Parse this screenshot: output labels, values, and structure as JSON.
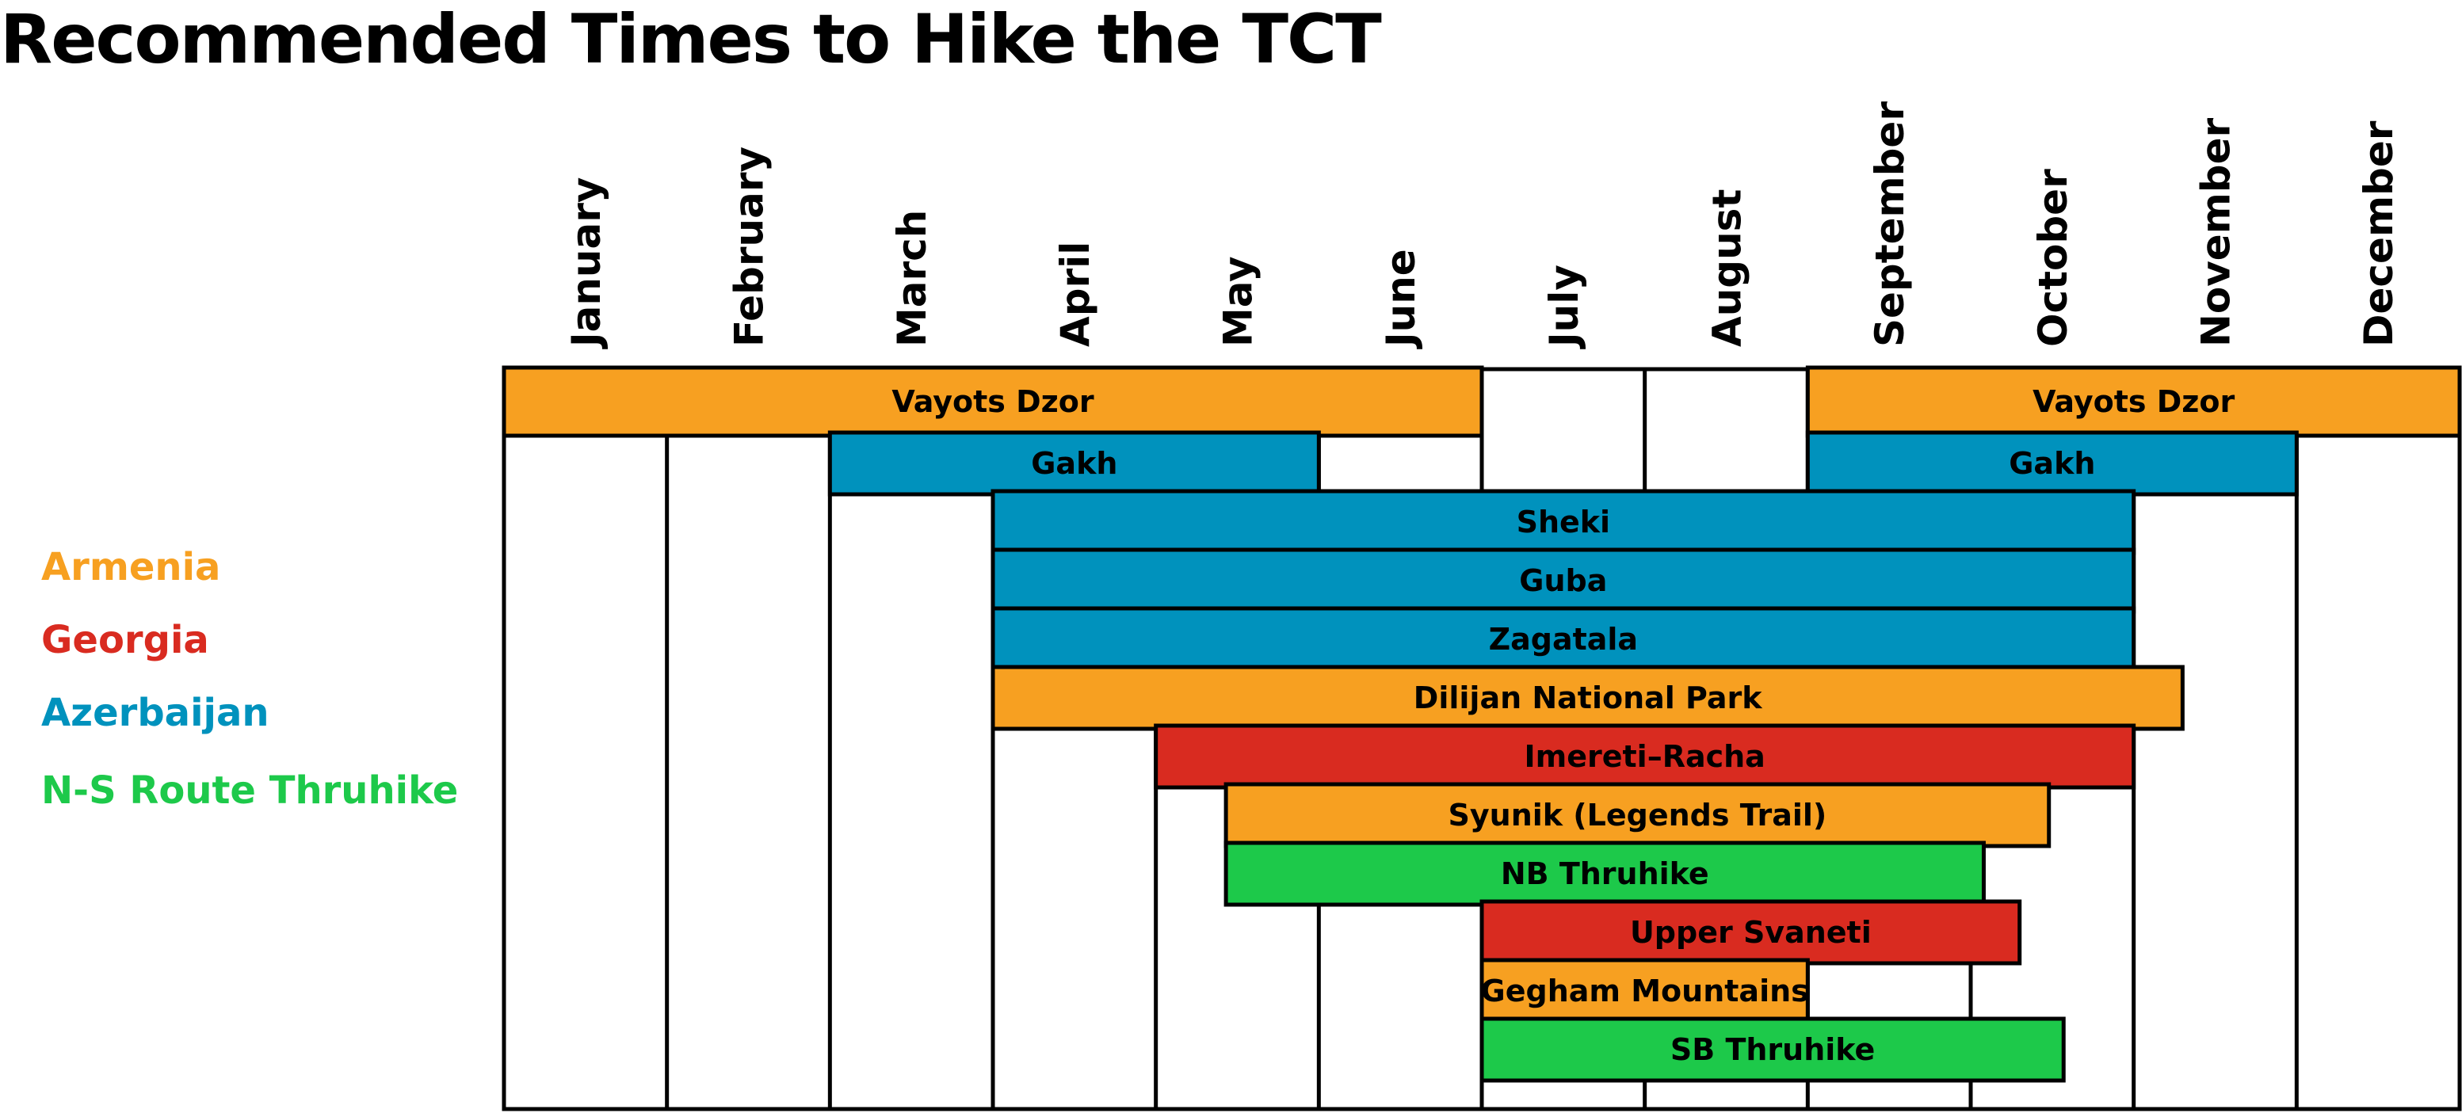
{
  "chart_data": {
    "type": "bar",
    "subtype": "gantt",
    "title": "Recommended Times to Hike the TCT",
    "categories": [
      "January",
      "February",
      "March",
      "April",
      "May",
      "June",
      "July",
      "August",
      "September",
      "October",
      "November",
      "December"
    ],
    "legend": [
      {
        "name": "Armenia",
        "color": "#F7A021"
      },
      {
        "name": "Georgia",
        "color": "#D92B20"
      },
      {
        "name": "Azerbaijan",
        "color": "#0092BD"
      },
      {
        "name": "N-S Route Thruhike",
        "color": "#1DC94A"
      }
    ],
    "legend_position": "left",
    "bars": [
      {
        "label": "Vayots Dzor",
        "group": "Armenia",
        "start": 0,
        "end": 6
      },
      {
        "label": "Vayots Dzor",
        "group": "Armenia",
        "start": 8,
        "end": 12
      },
      {
        "label": "Gakh",
        "group": "Azerbaijan",
        "start": 2,
        "end": 5
      },
      {
        "label": "Gakh",
        "group": "Azerbaijan",
        "start": 8,
        "end": 11
      },
      {
        "label": "Sheki",
        "group": "Azerbaijan",
        "start": 3,
        "end": 10
      },
      {
        "label": "Guba",
        "group": "Azerbaijan",
        "start": 3,
        "end": 10
      },
      {
        "label": "Zagatala",
        "group": "Azerbaijan",
        "start": 3,
        "end": 10
      },
      {
        "label": "Dilijan National Park",
        "group": "Armenia",
        "start": 3,
        "end": 10.3
      },
      {
        "label": "Imereti–Racha",
        "group": "Georgia",
        "start": 4,
        "end": 10
      },
      {
        "label": "Syunik (Legends Trail)",
        "group": "Armenia",
        "start": 4.43,
        "end": 9.48
      },
      {
        "label": "NB Thruhike",
        "group": "N-S Route Thruhike",
        "start": 4.43,
        "end": 9.08
      },
      {
        "label": "Upper Svaneti",
        "group": "Georgia",
        "start": 6,
        "end": 9.3
      },
      {
        "label": "Gegham Mountains",
        "group": "Armenia",
        "start": 6,
        "end": 8
      },
      {
        "label": "SB Thruhike",
        "group": "N-S Route Thruhike",
        "start": 6,
        "end": 9.57
      }
    ]
  }
}
